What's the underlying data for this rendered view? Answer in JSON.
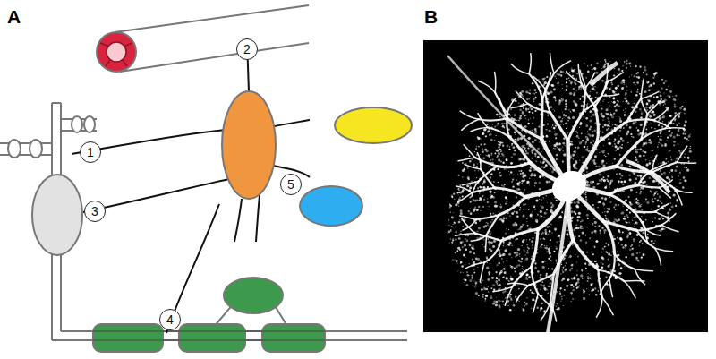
{
  "diagram": {
    "nodes": [
      {
        "text": [
          "2"
        ]
      },
      {
        "text": [
          "1"
        ]
      },
      {
        "text": [
          "5"
        ]
      },
      {
        "text": [
          "3"
        ]
      },
      {
        "text": [
          "4"
        ]
      }
    ],
    "labels": [
      "A",
      "B"
    ]
  }
}
